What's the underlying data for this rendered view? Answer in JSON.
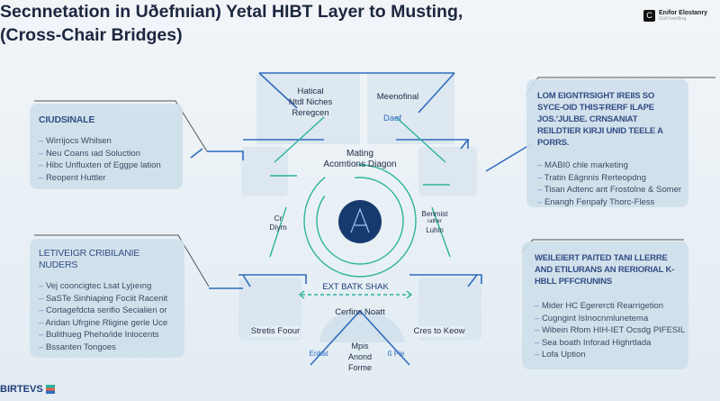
{
  "title": {
    "line1": "Secnnetation in Uðefnıian) Yetal HIBT Layer to Musting,",
    "line2": "(Cross-Chair Bridges)"
  },
  "brand_top": {
    "name": "Enifor Elostanry",
    "sub": "Gall heelling"
  },
  "brand_bottom": {
    "name": "BIRTEVS"
  },
  "left_top": {
    "heading": "CIUDSINALE",
    "items": [
      "Wirrijocs Whilsen",
      "Neu Coans ıad Soluction",
      "Hibc Unfluxten of Eggpe lation",
      "Reopent Huttler"
    ]
  },
  "right_top": {
    "heading": "LOM EIGNTRSIGHT IREIIS SO SYCE-OID THIS∓RERF ILAPE JOS.'JULBE. CRNSANIAT REILDTIER KIRJI UNID TEELE A PORRS.",
    "items": [
      "MABI0 chle marketing",
      "Tratin Eâgnnis Rerteopdng",
      "Tisan Adtenc ant Frostolne & Somer",
      "Enangh Fenpafy Thorc-Fless"
    ]
  },
  "left_bottom": {
    "heading": "LETIVEIGR CRIBILANIE NUDERS",
    "items": [
      "Vej cooncigtec Lsat Lyjıeıng",
      "SaSTe Sinhiaping Fociit Racenit",
      "Cortagefdcta serifio Secialien or",
      "Aridan Ufrgine Rligine gerle Uce",
      "Bulithueg Pheho/ide Inlocents",
      "Bssanten Tongoes"
    ]
  },
  "right_bottom": {
    "heading": "WEILEIERT PAITED TANI LLERRE AND ETILURANS AN RERIORIAL K-HBLL PFFCRUNINS",
    "items": [
      "Mider HC Egerercti Rearrigetion",
      "Cugngint IsInocnmlunetema",
      "Wibein Rfom HIH-IET Ocsdg PIFESIL",
      "Sea boath Inforad Highrtlada",
      "Lofa Uption"
    ]
  },
  "center": {
    "top_left_label": [
      "Hatical",
      "Ntdl Niches",
      "Reregcen"
    ],
    "top_right_label": "Meenofinal",
    "top_right_sub": "Daef",
    "hub_label": [
      "Mating",
      "Acomtions Diagon"
    ],
    "left_mid": [
      "Cr",
      "Diym"
    ],
    "right_mid": [
      "Benmist",
      "rather",
      "Luhin"
    ],
    "bridge_label": "EXT BATK SHAK",
    "apex_label": "Cerfins Noatt",
    "base_label": [
      "Mpis",
      "Anond",
      "Forme"
    ],
    "left_bottom_label": "Stretis Foour",
    "right_bottom_label": "Cres to Keow",
    "left_tag": "Enhat",
    "right_tag": "ß Pie"
  },
  "colors": {
    "accent_blue": "#2f6cc0",
    "accent_green": "#2bb39a",
    "navy": "#1f3b78",
    "hub": "#173a6e"
  }
}
